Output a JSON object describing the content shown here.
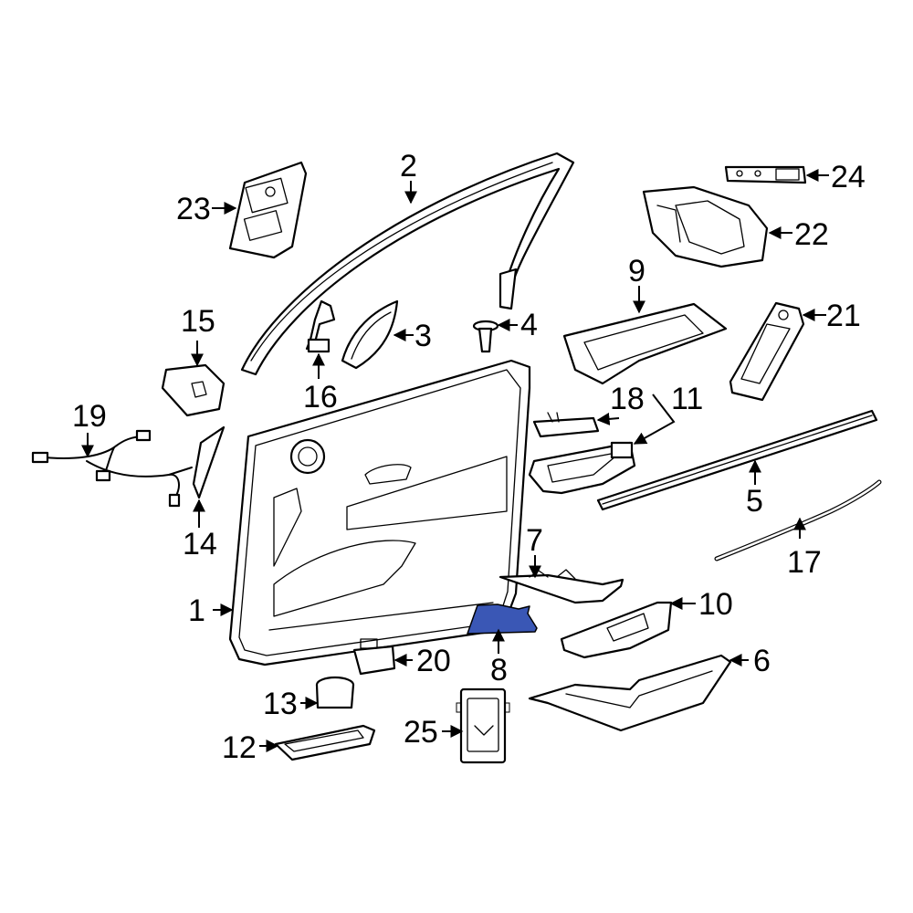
{
  "colors": {
    "highlight": "#3a57b5",
    "line": "#000000",
    "background": "#ffffff"
  },
  "callouts": {
    "c1": "1",
    "c2": "2",
    "c3": "3",
    "c4": "4",
    "c5": "5",
    "c6": "6",
    "c7": "7",
    "c8": "8",
    "c9": "9",
    "c10": "10",
    "c11": "11",
    "c12": "12",
    "c13": "13",
    "c14": "14",
    "c15": "15",
    "c16": "16",
    "c17": "17",
    "c18": "18",
    "c19": "19",
    "c20": "20",
    "c21": "21",
    "c22": "22",
    "c23": "23",
    "c24": "24",
    "c25": "25"
  },
  "highlighted_part": "8"
}
